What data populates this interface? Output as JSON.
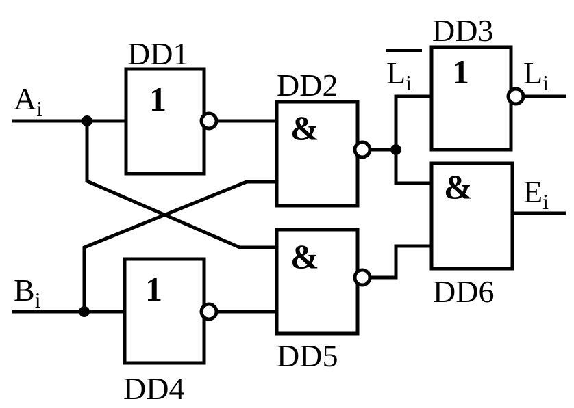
{
  "inputs": {
    "a": {
      "base": "A",
      "sub": "i"
    },
    "b": {
      "base": "B",
      "sub": "i"
    }
  },
  "outputs": {
    "l_inv": {
      "base": "L",
      "sub": "i"
    },
    "l": {
      "base": "L",
      "sub": "i"
    },
    "e": {
      "base": "E",
      "sub": "i"
    }
  },
  "gates": {
    "dd1": {
      "name": "DD1",
      "symbol": "1"
    },
    "dd2": {
      "name": "DD2",
      "symbol": "&"
    },
    "dd3": {
      "name": "DD3",
      "symbol": "1"
    },
    "dd4": {
      "name": "DD4",
      "symbol": "1"
    },
    "dd5": {
      "name": "DD5",
      "symbol": "&"
    },
    "dd6": {
      "name": "DD6",
      "symbol": "&"
    }
  }
}
